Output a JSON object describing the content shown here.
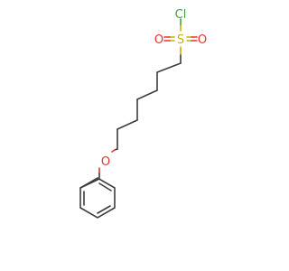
{
  "molecule": {
    "atoms": {
      "chlorine": "Cl",
      "sulfur": "S",
      "oxygen_left": "O",
      "oxygen_right": "O",
      "ether_oxygen": "O"
    },
    "colors": {
      "carbon_bond": "#3d3d3d",
      "oxygen": "#e8332a",
      "sulfur": "#c8b400",
      "chlorine": "#3fa03f"
    }
  }
}
